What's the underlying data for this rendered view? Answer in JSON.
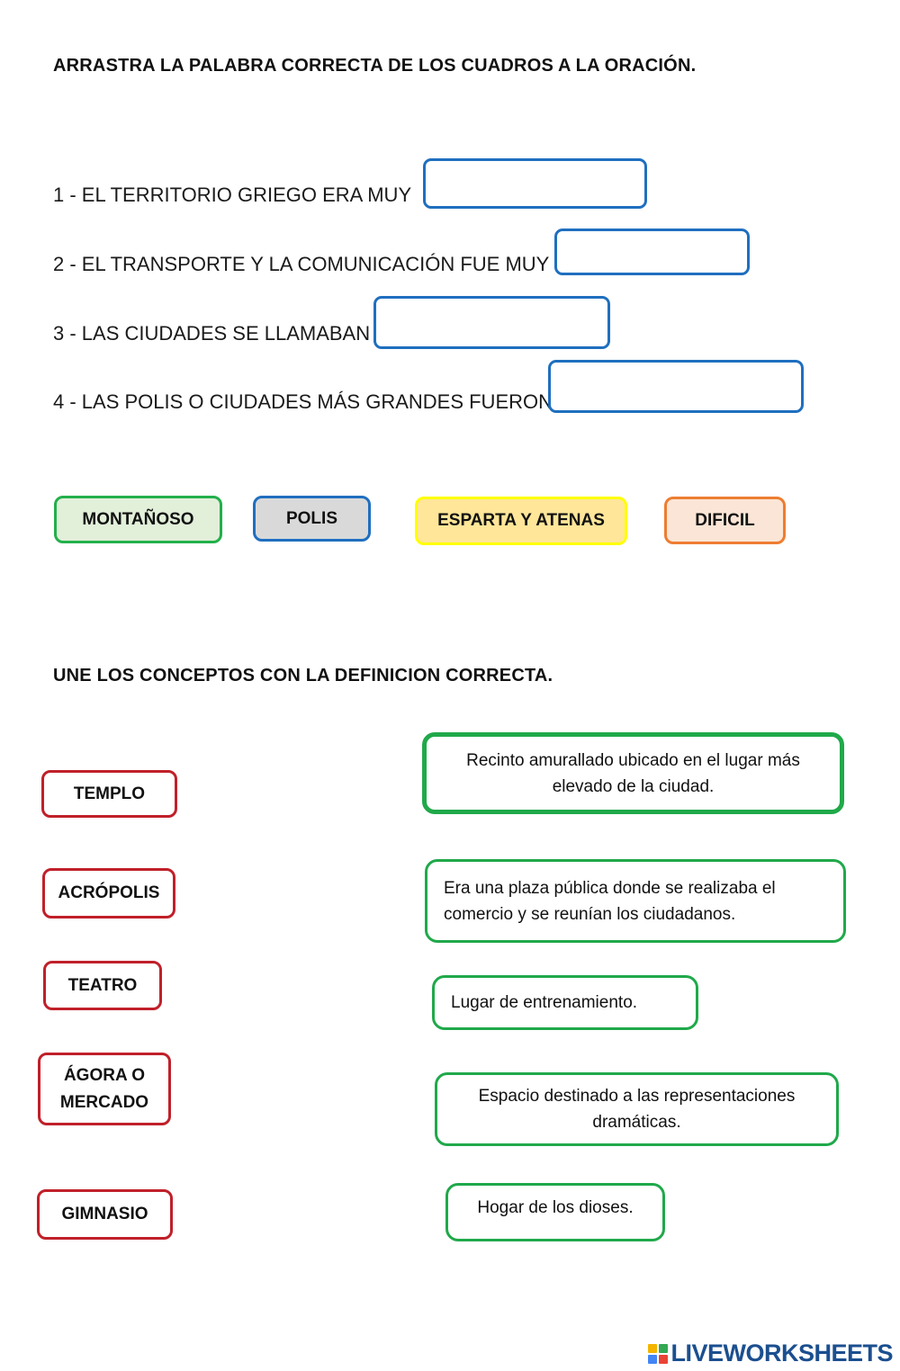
{
  "part1": {
    "title": "ARRASTRA LA PALABRA CORRECTA DE LOS CUADROS A LA ORACIÓN.",
    "sentences": [
      "1 - EL TERRITORIO GRIEGO ERA MUY",
      "2 - EL TRANSPORTE Y LA COMUNICACIÓN FUE MUY",
      "3 - LAS CIUDADES SE LLAMABAN",
      "4 - LAS POLIS O CIUDADES MÁS GRANDES FUERON"
    ],
    "word_bank": [
      {
        "label": "MONTAÑOSO",
        "border": "#22b04b",
        "fill": "#e2efd9"
      },
      {
        "label": "POLIS",
        "border": "#1f6fbf",
        "fill": "#d9d9d9"
      },
      {
        "label": "ESPARTA Y ATENAS",
        "border": "#ffff00",
        "fill": "#ffe699"
      },
      {
        "label": "DIFICIL",
        "border": "#ed7d31",
        "fill": "#fbe5d6"
      }
    ]
  },
  "part2": {
    "title": "UNE LOS CONCEPTOS CON LA DEFINICION CORRECTA.",
    "concepts": [
      "TEMPLO",
      "ACRÓPOLIS",
      "TEATRO",
      "ÁGORA O MERCADO",
      "GIMNASIO"
    ],
    "definitions": [
      "Recinto amurallado ubicado en el lugar más elevado de la ciudad.",
      "Era una plaza pública donde se realizaba el comercio y se reunían los ciudadanos.",
      "Lugar de entrenamiento.",
      "Espacio destinado a las representaciones dramáticas.",
      "Hogar de los dioses."
    ]
  },
  "footer": {
    "brand": "LIVEWORKSHEETS",
    "logo_colors": [
      "#f4b400",
      "#34a853",
      "#4285f4",
      "#ea4335"
    ]
  }
}
